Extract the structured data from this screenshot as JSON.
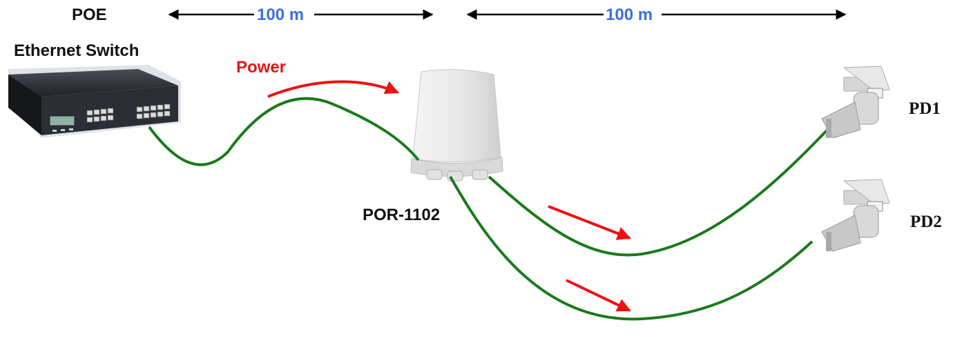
{
  "labels": {
    "poe": "POE",
    "ethernet_switch": "Ethernet Switch",
    "power": "Power",
    "distance_1": "100 m",
    "distance_2": "100 m",
    "por": "POR-1102",
    "pd1": "PD1",
    "pd2": "PD2"
  },
  "colors": {
    "cable": "#1a7a1a",
    "power_arrow": "#ee1111",
    "distance_text": "#3a6fe0",
    "dimension_line": "#000000"
  }
}
